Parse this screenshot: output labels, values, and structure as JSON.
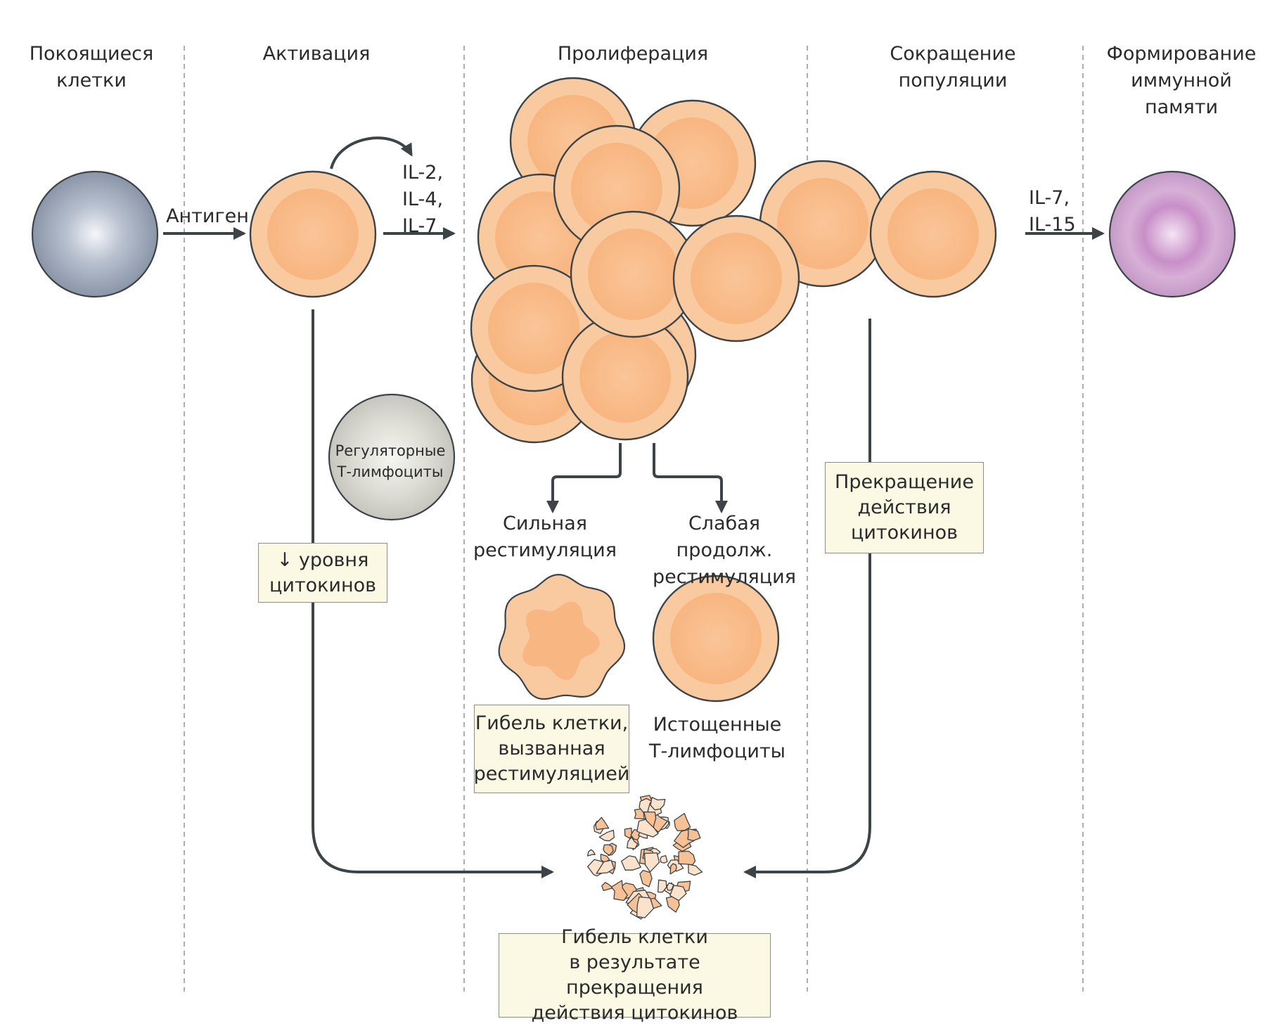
{
  "headers": {
    "resting": "Покоящиеся\nклетки",
    "activation": "Активация",
    "proliferation": "Пролиферация",
    "contraction": "Сокращение\nпопуляции",
    "memory": "Формирование\nиммунной\nпамяти"
  },
  "labels": {
    "antigen": "Антиген",
    "il_activation": "IL-2,\nIL-4,\nIL-7",
    "il_memory": "IL-7,\nIL-15",
    "treg": "Регуляторные\nТ-лимфоциты",
    "strong_restim": "Сильная\nрестимуляция",
    "weak_restim": "Слабая продолж.\nрестимуляция",
    "exhausted": "Истощенные\nТ-лимфоциты"
  },
  "boxes": {
    "cytokine_down": "↓ уровня\nцитокинов",
    "cytokine_stop": "Прекращение\nдействия\nцитокинов",
    "restim_death": "Гибель клетки,\nвызванная\nрестимуляцией",
    "withdrawal_death": "Гибель клетки\nв результате прекращения\nдействия цитокинов"
  },
  "colors": {
    "effector_outer": "#f9c9a0",
    "effector_inner": "#f8b682",
    "resting_cell": "#8e99ab",
    "memory_cell": "#c48fc4",
    "treg_cell": "#c9c9c0",
    "arrow": "#3c4448",
    "divider": "#9a9a9a",
    "box_fill": "#fbf9e4"
  }
}
